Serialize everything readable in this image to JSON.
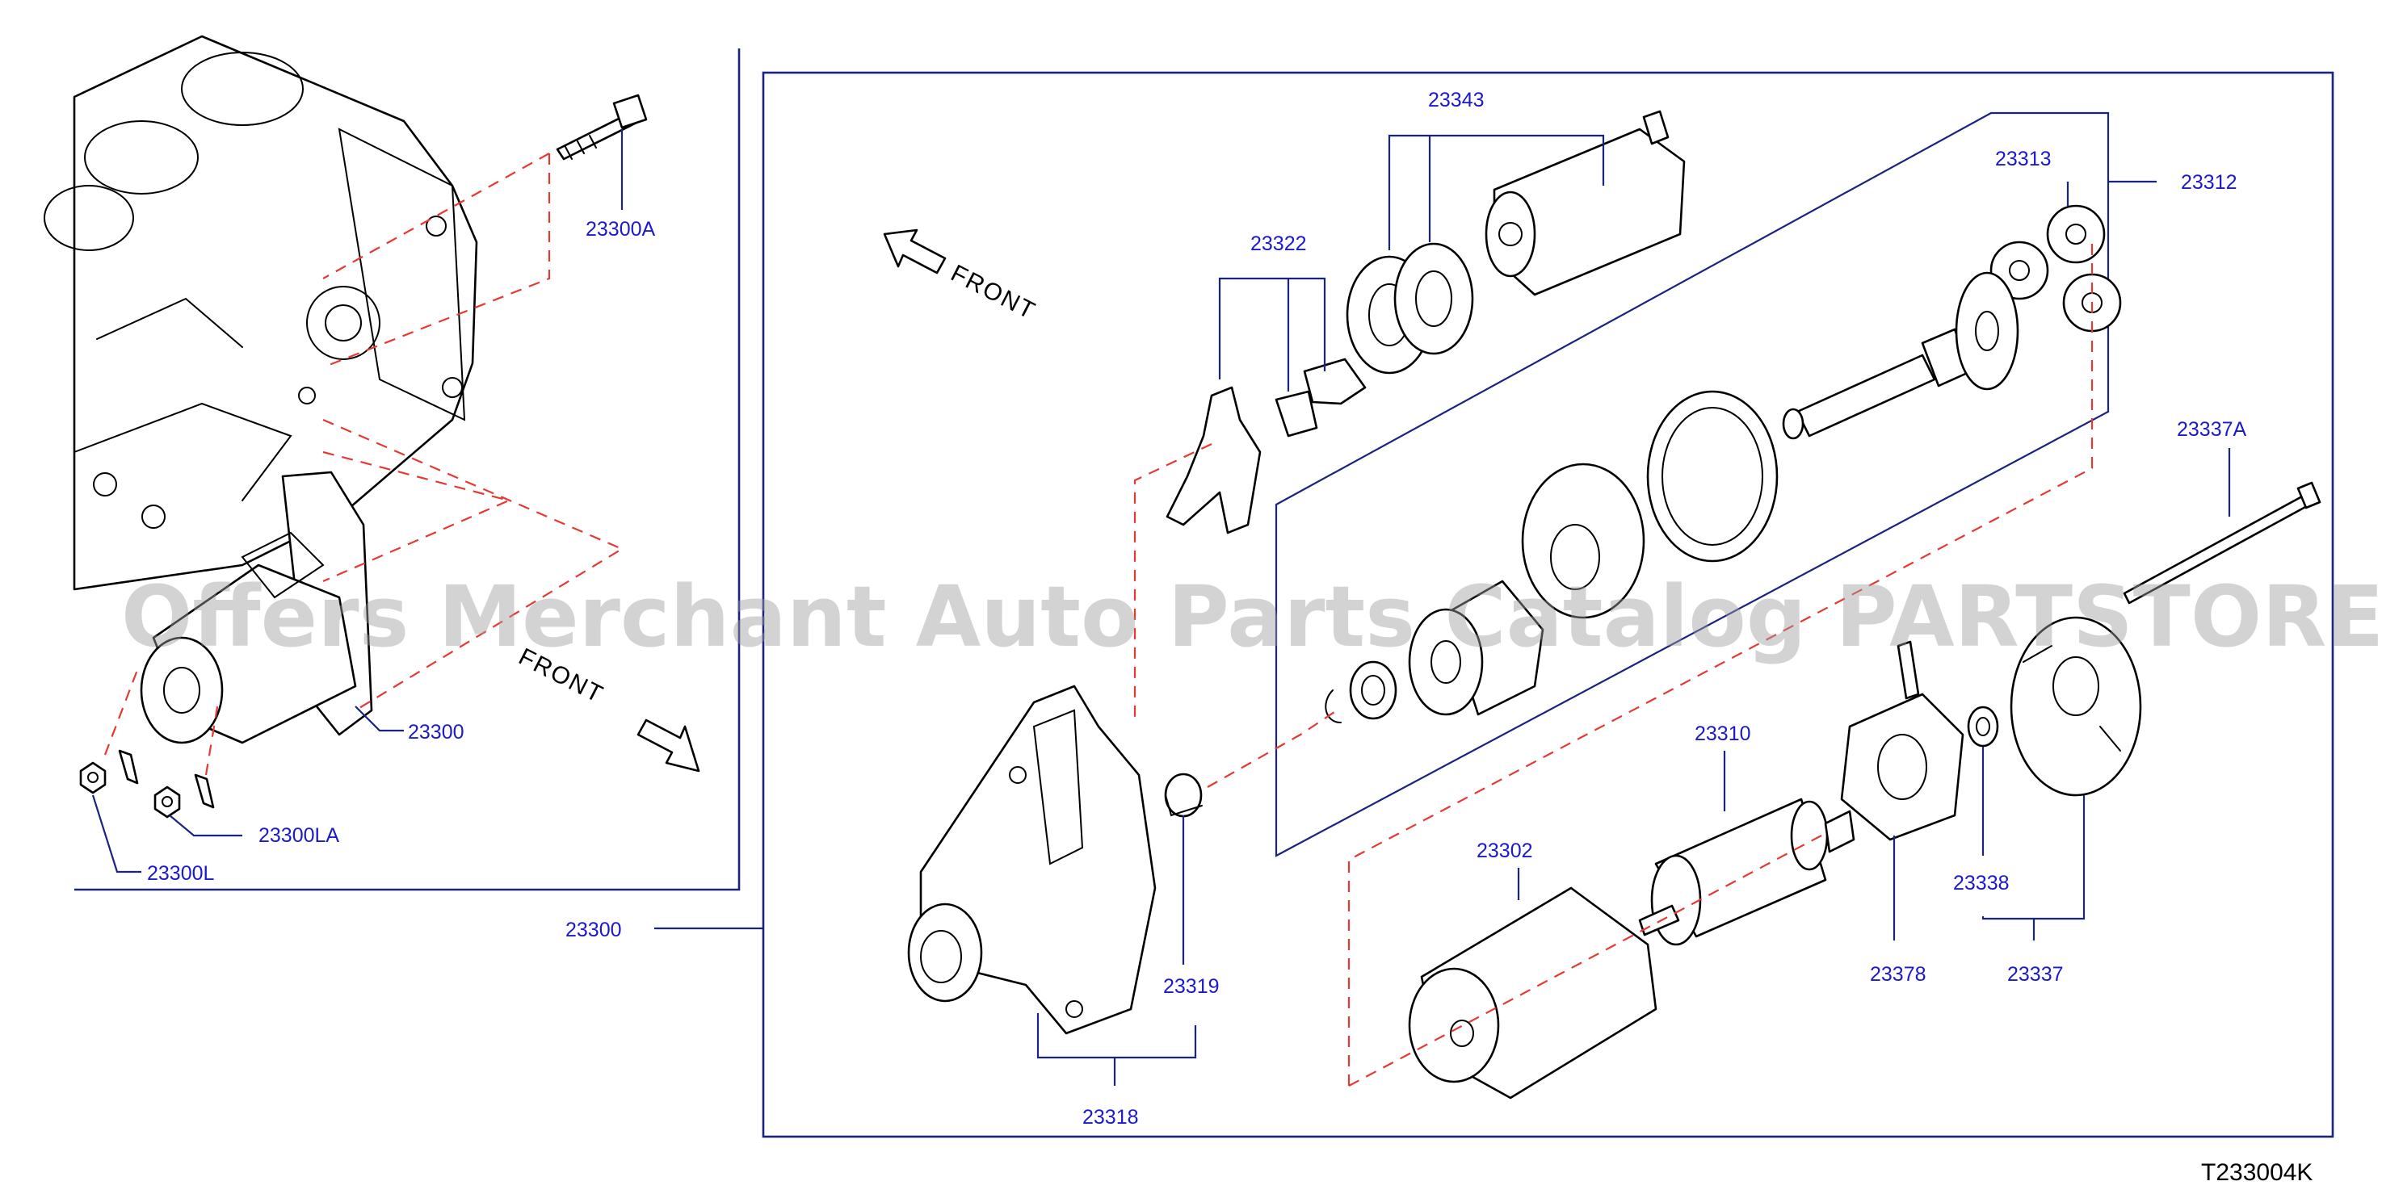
{
  "watermark": "Offers Merchant Auto Parts Catalog PARTSTORE.SA",
  "diagram_code": "T233004K",
  "directions": {
    "front_left": "FRONT",
    "front_right": "FRONT"
  },
  "part_numbers": {
    "p23300A": "23300A",
    "p23300": "23300",
    "p23300LA": "23300LA",
    "p23300L": "23300L",
    "p23300_assembly": "23300",
    "p23343": "23343",
    "p23322": "23322",
    "p23313": "23313",
    "p23312": "23312",
    "p23337A": "23337A",
    "p23310": "23310",
    "p23302": "23302",
    "p23338": "23338",
    "p23378": "23378",
    "p23337": "23337",
    "p23319": "23319",
    "p23318": "23318"
  },
  "colors": {
    "callout": "#1a1acc",
    "leader": "#1a237e",
    "dashed_guide": "#e53935",
    "watermark": "#9e9e9e"
  }
}
